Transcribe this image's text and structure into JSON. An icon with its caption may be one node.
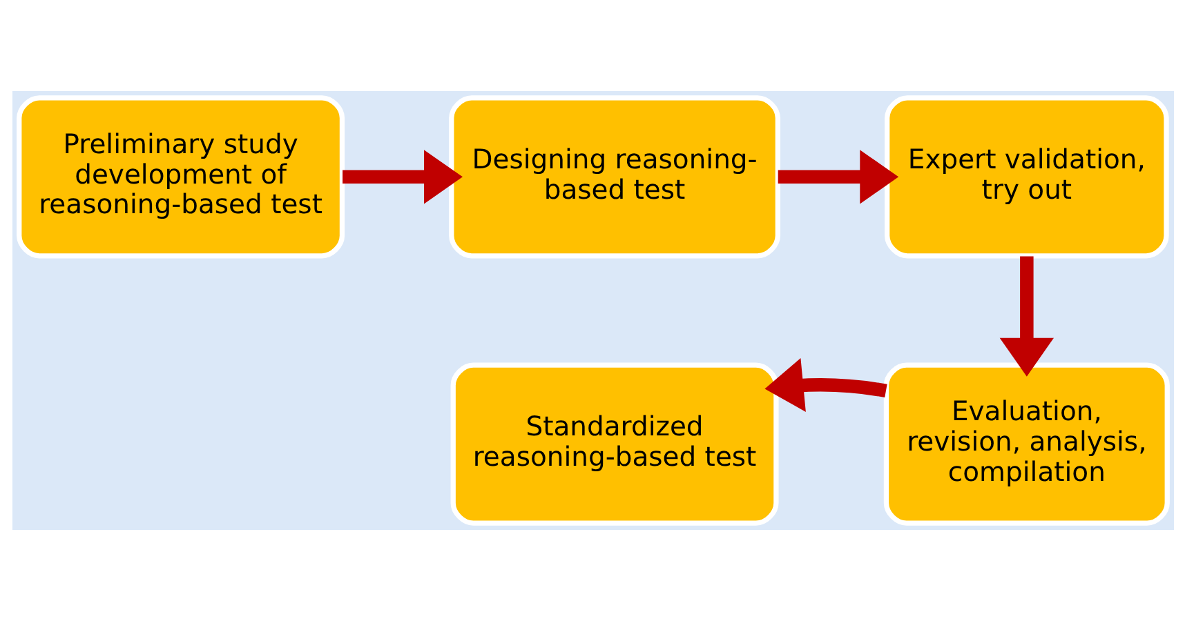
{
  "diagram": {
    "nodes": [
      {
        "text": [
          "Preliminary study development of reasoning-based test"
        ]
      },
      {
        "text": [
          "Designing reasoning-based test"
        ]
      },
      {
        "text": [
          "Expert validation, try out"
        ]
      },
      {
        "text": [
          "Evaluation, revision, analysis, compilation"
        ]
      },
      {
        "text": [
          "Standardized reasoning-based test"
        ]
      }
    ],
    "edges": [
      {
        "from": 0,
        "to": 1,
        "arrow": "to"
      },
      {
        "from": 1,
        "to": 2,
        "arrow": "to"
      },
      {
        "from": 2,
        "to": 3,
        "arrow": "to"
      },
      {
        "from": 3,
        "to": 4,
        "arrow": "to"
      }
    ]
  }
}
